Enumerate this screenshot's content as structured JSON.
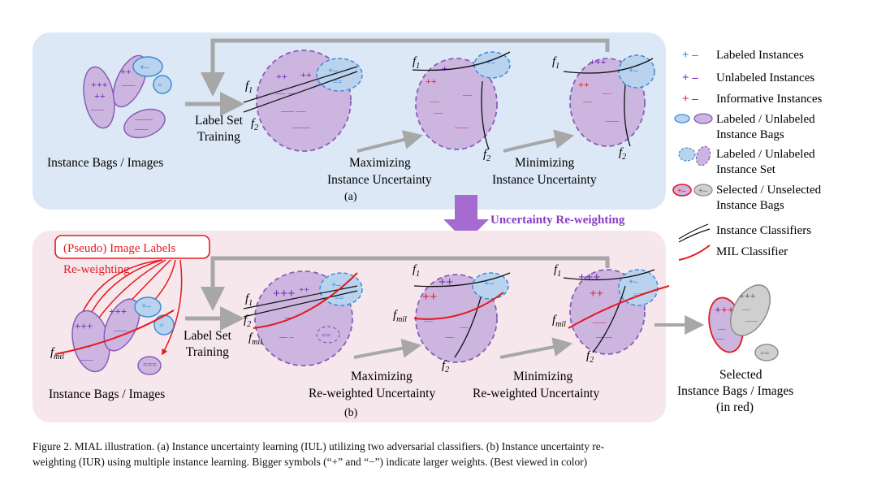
{
  "colors": {
    "panel_a": "#dce8f6",
    "panel_b": "#f6e7ec",
    "labeled": "#3d8bd8",
    "unlabeled": "#7a2fb5",
    "informative": "#e8232a",
    "bag_fill": "#ccb6e0",
    "bag_stroke": "#8a5cb8",
    "labeled_fill": "#b9d3ee",
    "arrow_gray": "#a7a7a7",
    "reweight_arrow": "#a66bd0",
    "reweight_text": "#8a3cc4",
    "mil": "#e4191e",
    "unselected": "#8c8c8c"
  },
  "panel_a": {
    "label": "(a)",
    "bags_caption": "Instance Bags / Images",
    "training": [
      "Label Set",
      "Training"
    ],
    "maximize": [
      "Maximizing",
      "Instance Uncertainty"
    ],
    "minimize": [
      "Minimizing",
      "Instance Uncertainty"
    ],
    "f1": "f",
    "f1_sub": "1",
    "f2": "f",
    "f2_sub": "2"
  },
  "reweighting_label": "Uncertainty Re-weighting",
  "panel_b": {
    "label": "(b)",
    "pseudo_labels": "(Pseudo) Image Labels",
    "reweighting": "Re-weighting",
    "bags_caption": "Instance Bags / Images",
    "training": [
      "Label Set",
      "Training"
    ],
    "maximize": [
      "Maximizing",
      "Re-weighted Uncertainty"
    ],
    "minimize": [
      "Minimizing",
      "Re-weighted Uncertainty"
    ],
    "fmil": "f",
    "fmil_sub": "mil",
    "selected": [
      "Selected",
      "Instance Bags / Images",
      "(in red)"
    ]
  },
  "legend": [
    {
      "text": [
        "Labeled Instances"
      ]
    },
    {
      "text": [
        "Unlabeled Instances"
      ]
    },
    {
      "text": [
        "Informative Instances"
      ]
    },
    {
      "text": [
        "Labeled / Unlabeled",
        "Instance Bags"
      ]
    },
    {
      "text": [
        "Labeled / Unlabeled",
        "Instance Set"
      ]
    },
    {
      "text": [
        "Selected / Unselected",
        "Instance Bags"
      ]
    },
    {
      "text": [
        "Instance Classifiers"
      ]
    },
    {
      "text": [
        "MIL Classifier"
      ]
    }
  ],
  "caption": {
    "line1": "Figure 2. MIAL illustration.  (a) Instance uncertainty learning (IUL) utilizing two adversarial classifiers.  (b) Instance uncertainty re-",
    "line2": "weighting (IUR) using multiple instance learning. Bigger symbols (“+” and “−”) indicate larger weights. (Best viewed in color)"
  }
}
